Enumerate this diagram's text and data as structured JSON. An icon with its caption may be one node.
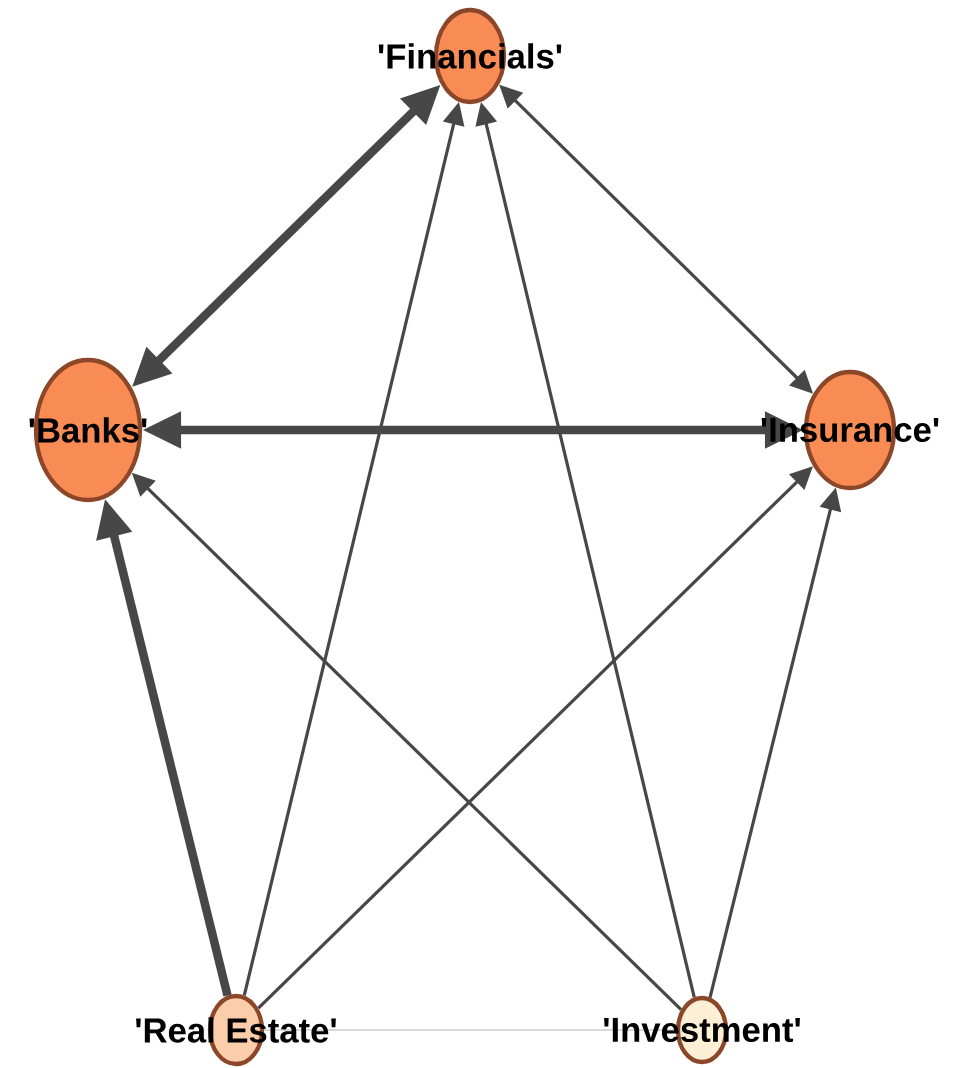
{
  "diagram": {
    "nodes": [
      {
        "text": [
          "'Financials'"
        ]
      },
      {
        "text": [
          "'Banks'"
        ]
      },
      {
        "text": [
          "'Insurance'"
        ]
      },
      {
        "text": [
          "'Real Estate'"
        ]
      },
      {
        "text": [
          "'Investment'"
        ]
      }
    ],
    "edges": [
      {
        "from": 0,
        "to": 1,
        "arrow": "both",
        "style": "thick"
      },
      {
        "from": 2,
        "to": 1,
        "arrow": "both",
        "style": "thick"
      },
      {
        "from": 0,
        "to": 2,
        "arrow": "both"
      },
      {
        "from": 3,
        "to": 1,
        "arrow": "to",
        "style": "thick"
      },
      {
        "from": 4,
        "to": 1,
        "arrow": "to"
      },
      {
        "from": 3,
        "to": 2,
        "arrow": "to"
      },
      {
        "from": 4,
        "to": 2,
        "arrow": "to"
      },
      {
        "from": 3,
        "to": 0,
        "arrow": "to"
      },
      {
        "from": 4,
        "to": 0,
        "arrow": "to"
      },
      {
        "from": 3,
        "to": 4,
        "arrow": "none",
        "color": "#cccccc"
      }
    ]
  }
}
